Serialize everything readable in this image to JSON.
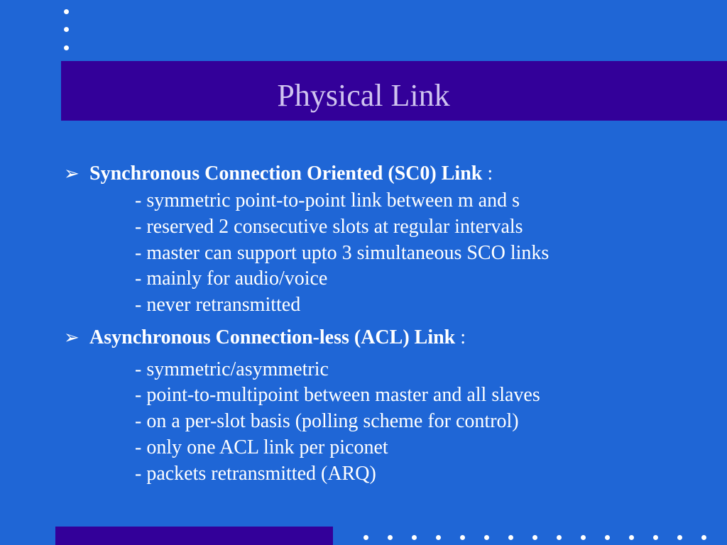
{
  "title": "Physical Link",
  "sections": [
    {
      "bullet_icon": "arrow-right-icon",
      "heading": "Synchronous Connection Oriented (SC0) Link",
      "suffix": " :",
      "items": [
        "- symmetric point-to-point link between m and s",
        "- reserved  2 consecutive slots at regular intervals",
        "- master can support upto 3 simultaneous SCO links",
        "- mainly for audio/voice",
        "- never retransmitted"
      ]
    },
    {
      "bullet_icon": "arrow-right-icon",
      "heading": "Asynchronous Connection-less (ACL) Link",
      "suffix": " :",
      "items": [
        "- symmetric/asymmetric",
        "- point-to-multipoint between master and all slaves",
        "- on a per-slot basis (polling scheme for control)",
        "- only one ACL link per piconet",
        "- packets retransmitted (ARQ)"
      ]
    }
  ],
  "colors": {
    "background": "#1f66d6",
    "band": "#330099",
    "title_text": "#cfc3ef",
    "body_text": "#ffffff"
  }
}
